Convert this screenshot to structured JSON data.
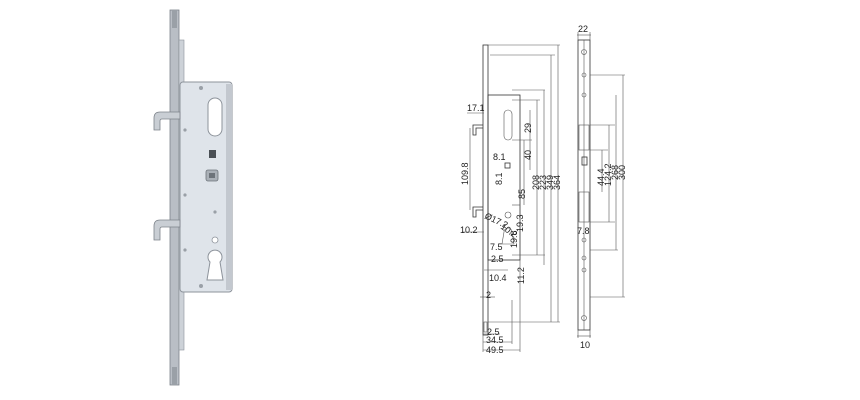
{
  "colors": {
    "plate_light": "#dfe4ea",
    "plate_mid": "#c3c8cf",
    "plate_dark": "#8d939b",
    "drawing_line": "#333333"
  },
  "drawing": {
    "side_view": {
      "dimensions": {
        "d17_1": "17.1",
        "d109_8": "109.8",
        "d10_2": "10.2",
        "d8_1a": "8.1",
        "d8_1b": "8.1",
        "d29": "29",
        "d40": "40",
        "d85": "85",
        "d208": "208",
        "d223": "223",
        "d349": "349",
        "d364": "364",
        "d19_8": "19.8",
        "d19_3": "19.3",
        "d17_2": "Ø17.2",
        "d10_2b": "10.2",
        "d7_5": "7.5",
        "d25": "2.5",
        "d10_4": "10.4",
        "d11_2": "11.2",
        "d2": "2",
        "d2_5": "2.5",
        "d34_5": "34.5",
        "d49_5": "49.5"
      }
    },
    "front_plate_view": {
      "dimensions": {
        "d22": "22",
        "d44_4": "44.4",
        "d124_2": "124.2",
        "d268": "268",
        "d300": "300",
        "d7_8": "7.8",
        "d10": "10"
      }
    }
  }
}
